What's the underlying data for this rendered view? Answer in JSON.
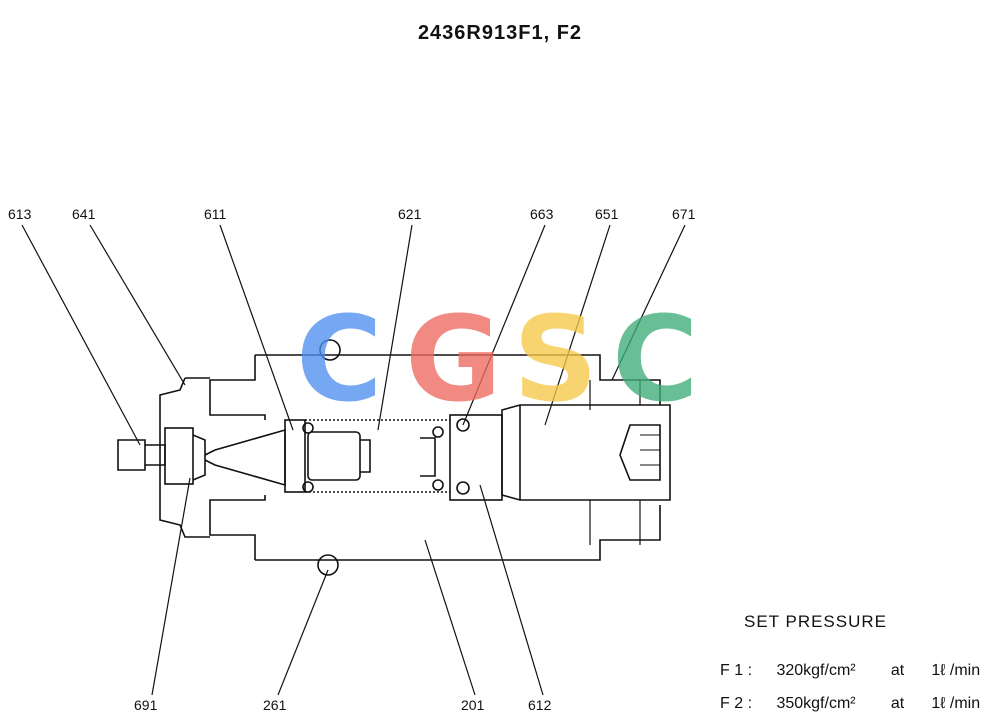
{
  "title": "2436R913F1, F2",
  "labels": {
    "l613": "613",
    "l641": "641",
    "l611": "611",
    "l621": "621",
    "l663": "663",
    "l651": "651",
    "l671": "671",
    "l691": "691",
    "l261": "261",
    "l201": "201",
    "l612": "612"
  },
  "set_pressure": {
    "title": "SET PRESSURE",
    "rows": [
      {
        "key": "F 1 :",
        "value": "320kgf/cm²",
        "at": "at",
        "flow": "1ℓ /min"
      },
      {
        "key": "F 2 :",
        "value": "350kgf/cm²",
        "at": "at",
        "flow": "1ℓ /min"
      }
    ]
  },
  "watermark": {
    "letters": [
      "C",
      "G",
      "S",
      "C"
    ],
    "colors": [
      "#4f8ff0",
      "#ee6a5f",
      "#f7c84a",
      "#3fae78"
    ]
  }
}
